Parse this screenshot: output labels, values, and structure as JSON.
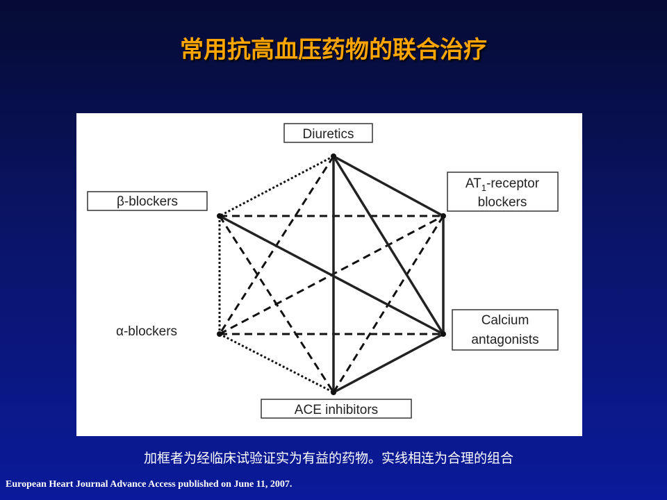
{
  "slide": {
    "title": "常用抗高血压药物的联合治疗",
    "caption": "加框者为经临床试验证实为有益的药物。实线相连为合理的组合",
    "source": "European Heart Journal Advance Access published on June 11, 2007."
  },
  "diagram": {
    "nodes": {
      "diuretics": "Diuretics",
      "beta": "β-blockers",
      "at1_line1_prefix": "AT",
      "at1_line1_sub": "1",
      "at1_line1_suffix": "-receptor",
      "at1_line2": "blockers",
      "alpha": "α-blockers",
      "calcium_line1": "Calcium",
      "calcium_line2": "antagonists",
      "ace": "ACE inhibitors"
    }
  }
}
